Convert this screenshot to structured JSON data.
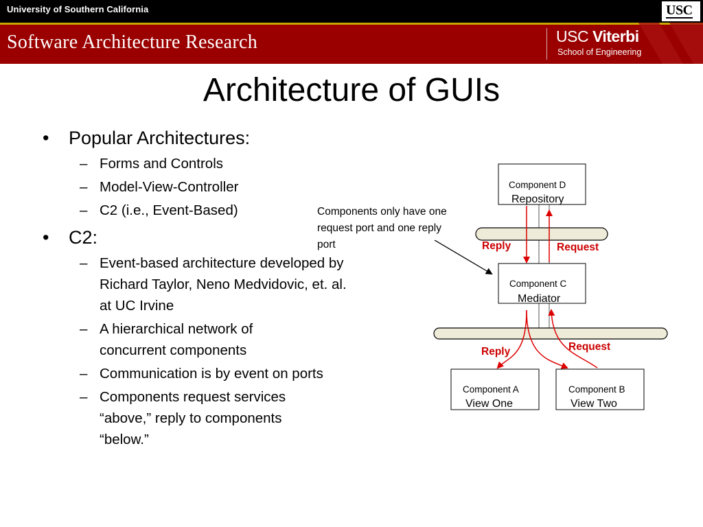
{
  "header": {
    "university": "University of Southern California",
    "usc_logo": "USC",
    "band_title": "Software Architecture Research",
    "viterbi_usc": "USC",
    "viterbi_name": "Viterbi",
    "viterbi_sub": "School of Engineering",
    "colors": {
      "top_bar": "#000000",
      "band": "#9a0000",
      "stripe": "#c8a800"
    }
  },
  "slide": {
    "title": "Architecture of GUIs",
    "bullets": [
      {
        "text": "Popular Architectures:",
        "subs": [
          "Forms and Controls",
          "Model-View-Controller",
          "C2 (i.e., Event-Based)"
        ]
      },
      {
        "text": "C2:",
        "subs": [
          "Event-based architecture developed by Richard Taylor, Neno Medvidovic, et. al. at UC Irvine",
          "A hierarchical network of concurrent components",
          "Communication is by event on ports",
          "Components request services “above,” reply to components “below.”"
        ]
      }
    ],
    "bullet_glyph": "•",
    "dash_glyph": "–"
  },
  "diagram": {
    "note": "Components only have one request port and one reply port",
    "comp_d": {
      "name": "Component D",
      "role": "Repository"
    },
    "comp_c": {
      "name": "Component C",
      "role": "Mediator"
    },
    "comp_a": {
      "name": "Component A",
      "role": "View One"
    },
    "comp_b": {
      "name": "Component B",
      "role": "View Two"
    },
    "upper_reply": "Reply",
    "upper_request": "Request",
    "lower_reply": "Reply",
    "lower_request": "Request",
    "colors": {
      "arrow": "#dd0000",
      "connector_fill": "#eeebd9"
    }
  }
}
